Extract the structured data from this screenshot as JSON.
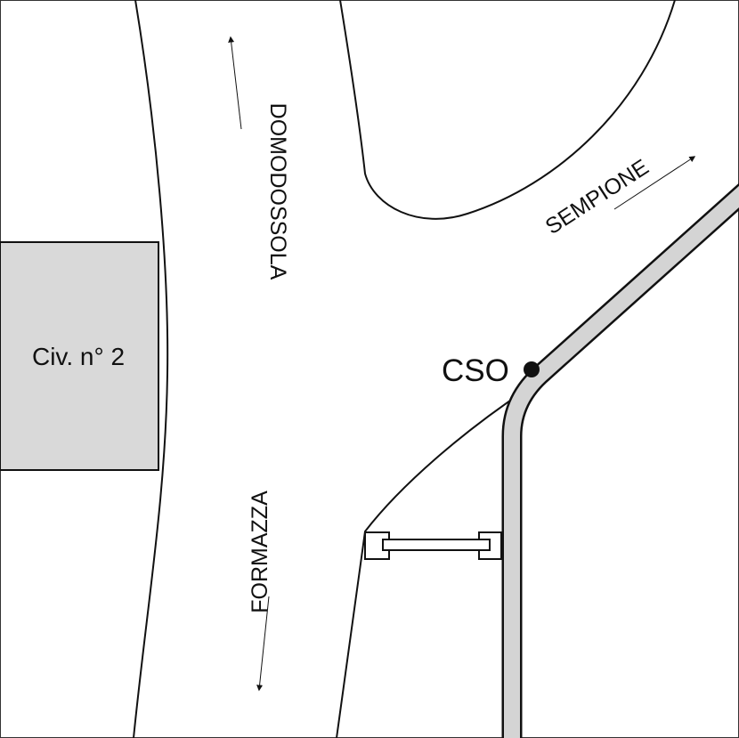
{
  "map": {
    "building_label": "Civ. n° 2",
    "point_label": "CSO",
    "directions": {
      "north": "DOMODOSSOLA",
      "south": "FORMAZZA",
      "northeast": "SEMPIONE"
    }
  },
  "colors": {
    "building_fill": "#d9d9d9",
    "channel_fill": "#d4d4d4",
    "line": "#111111"
  }
}
